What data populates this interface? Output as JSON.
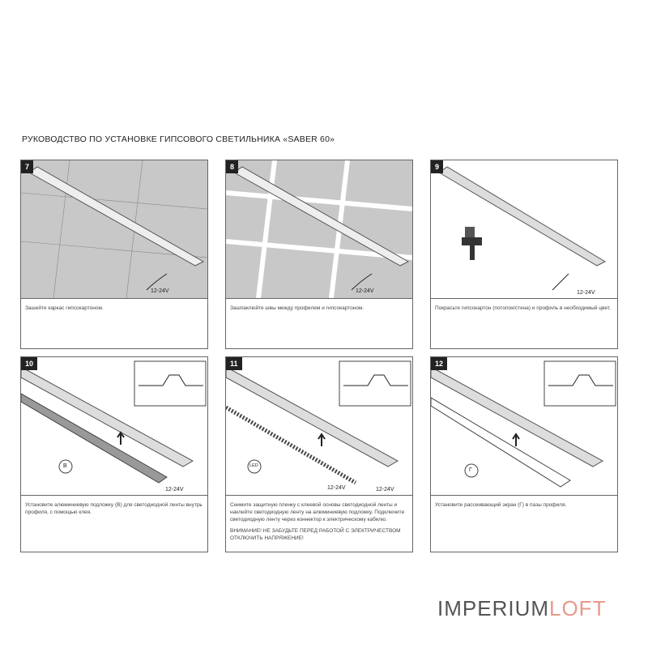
{
  "title": "РУКОВОДСТВО ПО УСТАНОВКЕ ГИПСОВОГО СВЕТИЛЬНИКА «SABER 60»",
  "voltage": "12-24V",
  "panels": [
    {
      "num": "7",
      "caption": [
        "Зашейте каркас гипсокартоном."
      ]
    },
    {
      "num": "8",
      "caption": [
        "Зашпаклюйте швы между профилем и гипсокартоном."
      ]
    },
    {
      "num": "9",
      "caption": [
        "Покрасьте гипсокартон (потолок/стена) и профиль в необходимый цвет."
      ]
    },
    {
      "num": "10",
      "label": "В",
      "caption": [
        "Установите алюминиевую подложку (В) для светодиодной ленты внутрь профиля, с помощью клея."
      ]
    },
    {
      "num": "11",
      "label": "LED",
      "caption": [
        "Снимите защитную пленку с клеевой основы светодиодной ленты и наклейте светодиодную ленту на алюминиевую подложку. Подключите светодиодную ленту через коннектор к электрическому кабелю.",
        "ВНИМАНИЕ! НЕ ЗАБУДЬТЕ ПЕРЕД РАБОТОЙ С ЭЛЕКТРИЧЕСТВОМ ОТКЛЮЧИТЬ НАПРЯЖЕНИЕ!"
      ]
    },
    {
      "num": "12",
      "label": "Г",
      "caption": [
        "Установите рассеивающий экран (Г) в пазы профиля."
      ]
    }
  ],
  "logo": {
    "part1": "IMPERIUM",
    "part2": "LOFT",
    "accent": "#e69a8a"
  },
  "colors": {
    "panel_bg_gray": "#c8c8c8"
  }
}
